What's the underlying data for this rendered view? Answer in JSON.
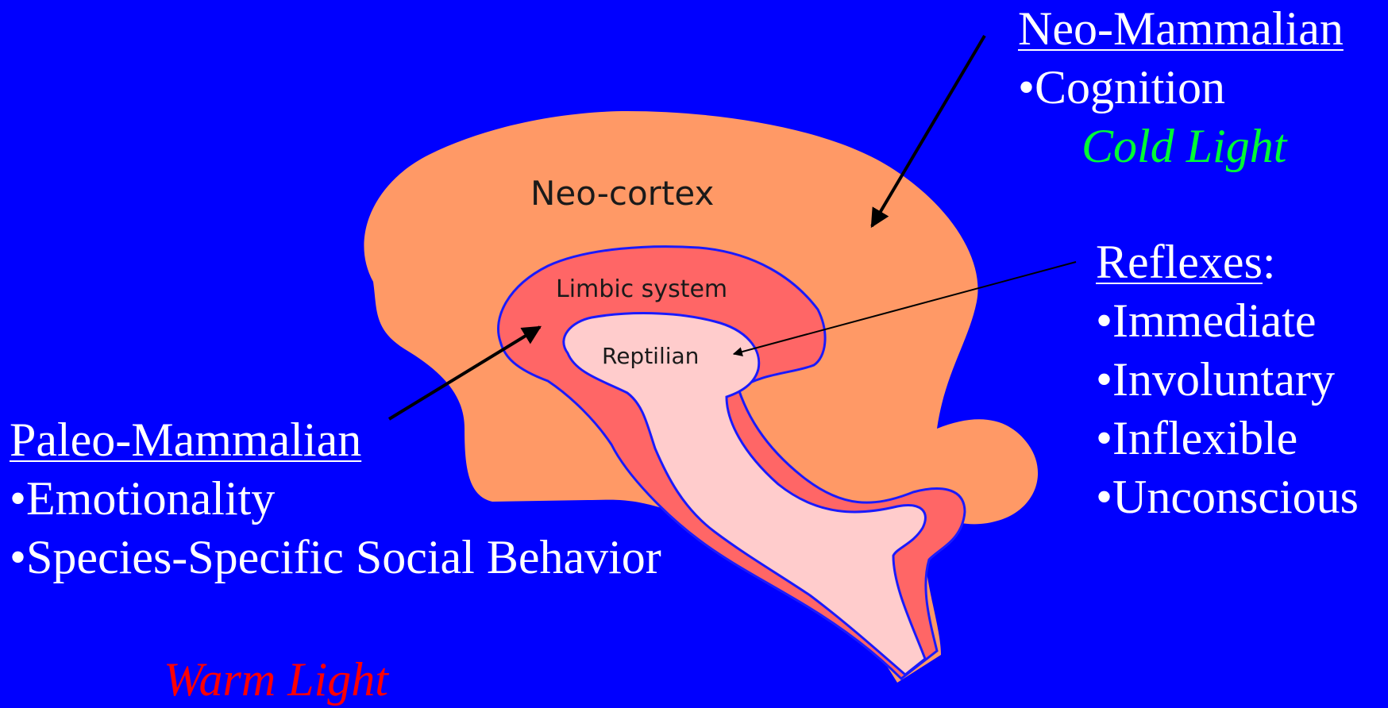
{
  "colors": {
    "background": "#0000ff",
    "neocortex": "#ff9966",
    "limbic": "#ff6666",
    "reptilian": "#ffcccc",
    "outline": "#1a1aff",
    "text": "#ffffff",
    "cold_light": "#00ff33",
    "warm_light": "#ff0000",
    "arrow": "#000000"
  },
  "brain": {
    "neocortex_label": "Neo-cortex",
    "limbic_label": "Limbic system",
    "reptilian_label": "Reptilian"
  },
  "neo_mammalian": {
    "heading": "Neo-Mammalian",
    "items": [
      "•Cognition"
    ],
    "light": "Cold Light"
  },
  "reflexes": {
    "heading": "Reflexes",
    "colon": ":",
    "items": [
      "•Immediate",
      "•Involuntary",
      "•Inflexible",
      "•Unconscious"
    ]
  },
  "paleo_mammalian": {
    "heading": "Paleo-Mammalian",
    "items": [
      "•Emotionality",
      "•Species-Specific Social Behavior"
    ],
    "light": "Warm Light"
  }
}
